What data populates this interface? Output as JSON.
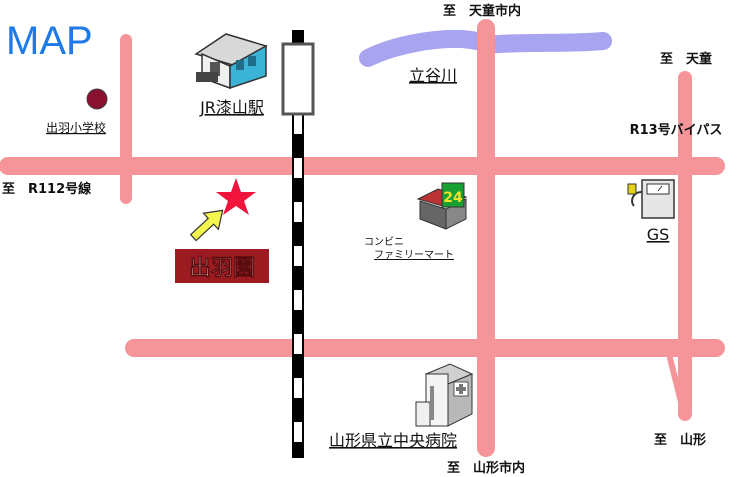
{
  "map": {
    "heading": "MAP",
    "colors": {
      "road": "#f5959a",
      "river": "#a8a4f0",
      "railway_dark": "#000000",
      "railway_light": "#ffffff",
      "destination_star": "#f0143c",
      "arrow": "#f5f550",
      "logo_bg": "#9b1b20",
      "school_dot": "#8a1030",
      "heading": "#1e7ae6"
    },
    "directions": {
      "north_tendo_city": "至　天童市内",
      "northeast_tendo": "至　天童",
      "west_r112": "至　R112号線",
      "bypass_r13": "R13号バイパス",
      "south_yamagata_city": "至　山形市内",
      "southeast_yamagata": "至　山形"
    },
    "landmarks": {
      "station": "JR漆山駅",
      "river": "立谷川",
      "school": "出羽小学校",
      "convenience_line1": "コンビニ",
      "convenience_line2": "ファミリーマート",
      "convenience_badge": "24",
      "gas_station": "GS",
      "hospital": "山形県立中央病院"
    },
    "destination_logo": "出羽園",
    "icons": {
      "station": "train-station-icon",
      "convenience": "convenience-store-icon",
      "gas": "gas-pump-icon",
      "hospital": "hospital-icon",
      "school": "school-marker-icon",
      "destination": "star-icon",
      "pointer": "arrow-icon"
    }
  }
}
